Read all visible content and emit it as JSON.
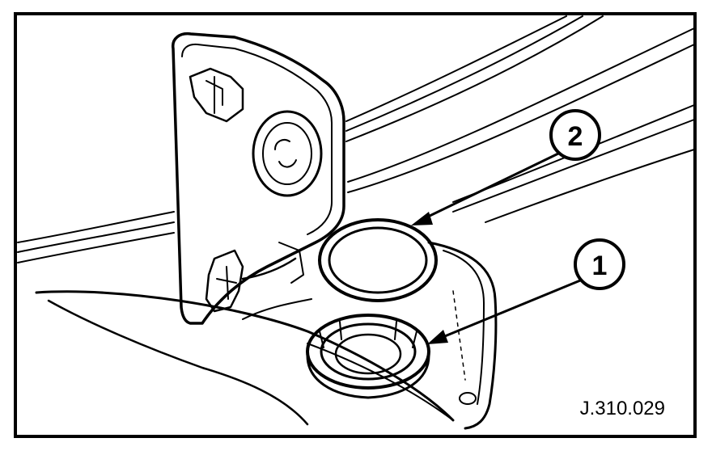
{
  "diagram": {
    "callouts": [
      {
        "id": "callout-1",
        "label": "1"
      },
      {
        "id": "callout-2",
        "label": "2"
      }
    ],
    "reference_code": "J.310.029"
  }
}
